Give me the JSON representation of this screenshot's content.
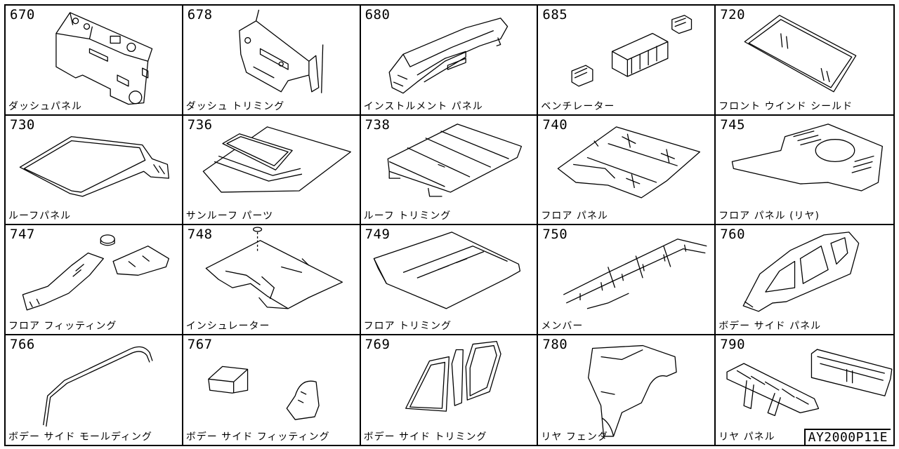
{
  "catalog": {
    "cells": [
      {
        "code": "670",
        "label": "ダッシュパネル",
        "icon": "dash-panel-icon"
      },
      {
        "code": "678",
        "label": "ダッシュ トリミング",
        "icon": "dash-trimming-icon"
      },
      {
        "code": "680",
        "label": "インストルメント パネル",
        "icon": "instrument-panel-icon"
      },
      {
        "code": "685",
        "label": "ベンチレーター",
        "icon": "ventilator-icon"
      },
      {
        "code": "720",
        "label": "フロント ウインド シールド",
        "icon": "windshield-icon"
      },
      {
        "code": "730",
        "label": "ルーフパネル",
        "icon": "roof-panel-icon"
      },
      {
        "code": "736",
        "label": "サンルーフ パーツ",
        "icon": "sunroof-icon"
      },
      {
        "code": "738",
        "label": "ルーフ トリミング",
        "icon": "roof-trimming-icon"
      },
      {
        "code": "740",
        "label": "フロア パネル",
        "icon": "floor-panel-icon"
      },
      {
        "code": "745",
        "label": "フロア パネル (リヤ)",
        "icon": "rear-floor-panel-icon"
      },
      {
        "code": "747",
        "label": "フロア フィッティング",
        "icon": "floor-fitting-icon"
      },
      {
        "code": "748",
        "label": "インシュレーター",
        "icon": "insulator-icon"
      },
      {
        "code": "749",
        "label": "フロア トリミング",
        "icon": "floor-trimming-icon"
      },
      {
        "code": "750",
        "label": "メンバー",
        "icon": "member-frame-icon"
      },
      {
        "code": "760",
        "label": "ボデー サイド パネル",
        "icon": "body-side-panel-icon"
      },
      {
        "code": "766",
        "label": "ボデー サイド モールディング",
        "icon": "side-molding-icon"
      },
      {
        "code": "767",
        "label": "ボデー サイド フィッティング",
        "icon": "side-fitting-icon"
      },
      {
        "code": "769",
        "label": "ボデー サイド トリミング",
        "icon": "side-trimming-icon"
      },
      {
        "code": "780",
        "label": "リヤ フェンダ",
        "icon": "rear-fender-icon"
      },
      {
        "code": "790",
        "label": "リヤ パネル",
        "icon": "rear-panel-icon"
      }
    ],
    "reference": "AY2000P11E"
  }
}
